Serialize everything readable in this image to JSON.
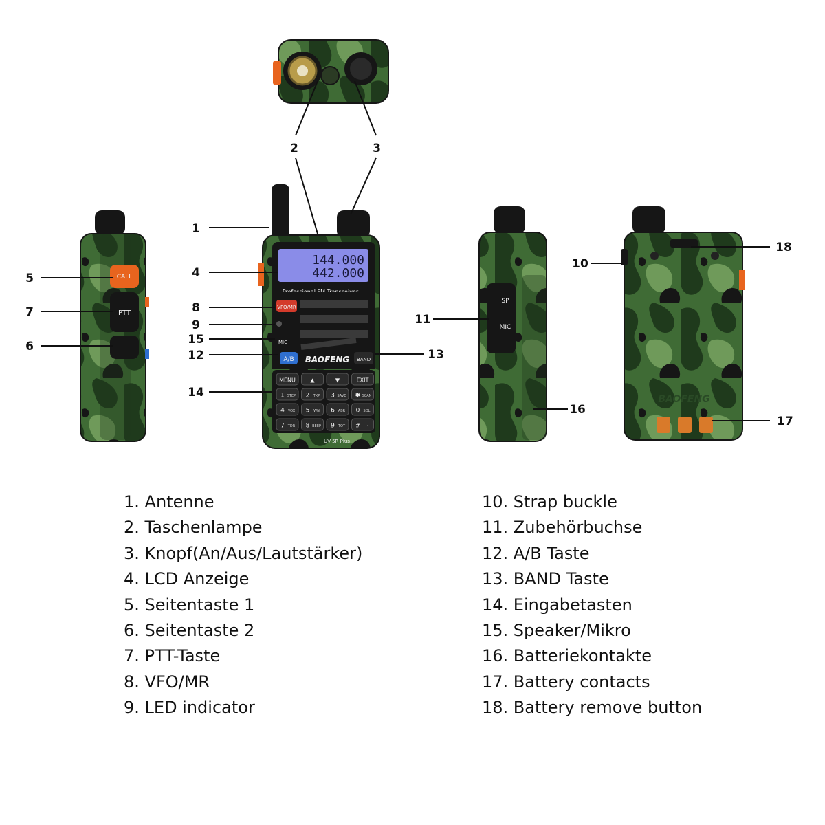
{
  "colors": {
    "camo_dark": "#1f3a1c",
    "camo_mid": "#3f6b35",
    "camo_light": "#6f9a5a",
    "black": "#161616",
    "lcd": "#8a8ce8",
    "orange": "#e8641e",
    "blue": "#2f6fd0",
    "copper": "#d97a2a"
  },
  "device": {
    "lcd_line1": "144.000",
    "lcd_line2": "442.000",
    "subtitle": "Professional FM Transceiver",
    "brand": "BAOFENG",
    "side_brand": "BAOFENG",
    "model": "UV-5R Plus",
    "call_label": "CALL",
    "ptt_label": "PTT",
    "vfo_label": "VFO/MR",
    "ab_label": "A/B",
    "band_label": "BAND",
    "mic_label": "MIC",
    "port_sp_label": "SP",
    "port_mic_label": "MIC",
    "keys": [
      {
        "main": "MENU",
        "sub": ""
      },
      {
        "main": "▲",
        "sub": ""
      },
      {
        "main": "▼",
        "sub": ""
      },
      {
        "main": "EXIT",
        "sub": ""
      },
      {
        "main": "1",
        "sub": "STEP"
      },
      {
        "main": "2",
        "sub": "TXP"
      },
      {
        "main": "3",
        "sub": "SAVE"
      },
      {
        "main": "✱",
        "sub": "SCAN"
      },
      {
        "main": "4",
        "sub": "VOX"
      },
      {
        "main": "5",
        "sub": "WN"
      },
      {
        "main": "6",
        "sub": "ABR"
      },
      {
        "main": "0",
        "sub": "SQL"
      },
      {
        "main": "7",
        "sub": "TDR"
      },
      {
        "main": "8",
        "sub": "BEEP"
      },
      {
        "main": "9",
        "sub": "TOT"
      },
      {
        "main": "#",
        "sub": "⊸"
      }
    ]
  },
  "callouts": {
    "c1": "1",
    "c2": "2",
    "c3": "3",
    "c4": "4",
    "c5": "5",
    "c6": "6",
    "c7": "7",
    "c8": "8",
    "c9": "9",
    "c10": "10",
    "c11": "11",
    "c12": "12",
    "c13": "13",
    "c14": "14",
    "c15": "15",
    "c16": "16",
    "c17": "17",
    "c18": "18"
  },
  "legend": {
    "left": [
      "1. Antenne",
      "2. Taschenlampe",
      "3. Knopf(An/Aus/Lautstärker)",
      "4. LCD Anzeige",
      "5. Seitentaste 1",
      "6. Seitentaste 2",
      "7. PTT-Taste",
      "8. VFO/MR",
      "9. LED indicator"
    ],
    "right": [
      "10. Strap buckle",
      "11. Zubehörbuchse",
      "12. A/B Taste",
      "13. BAND Taste",
      "14. Eingabetasten",
      "15. Speaker/Mikro",
      "16. Batteriekontakte",
      "17. Battery contacts",
      "18. Battery remove button"
    ]
  }
}
